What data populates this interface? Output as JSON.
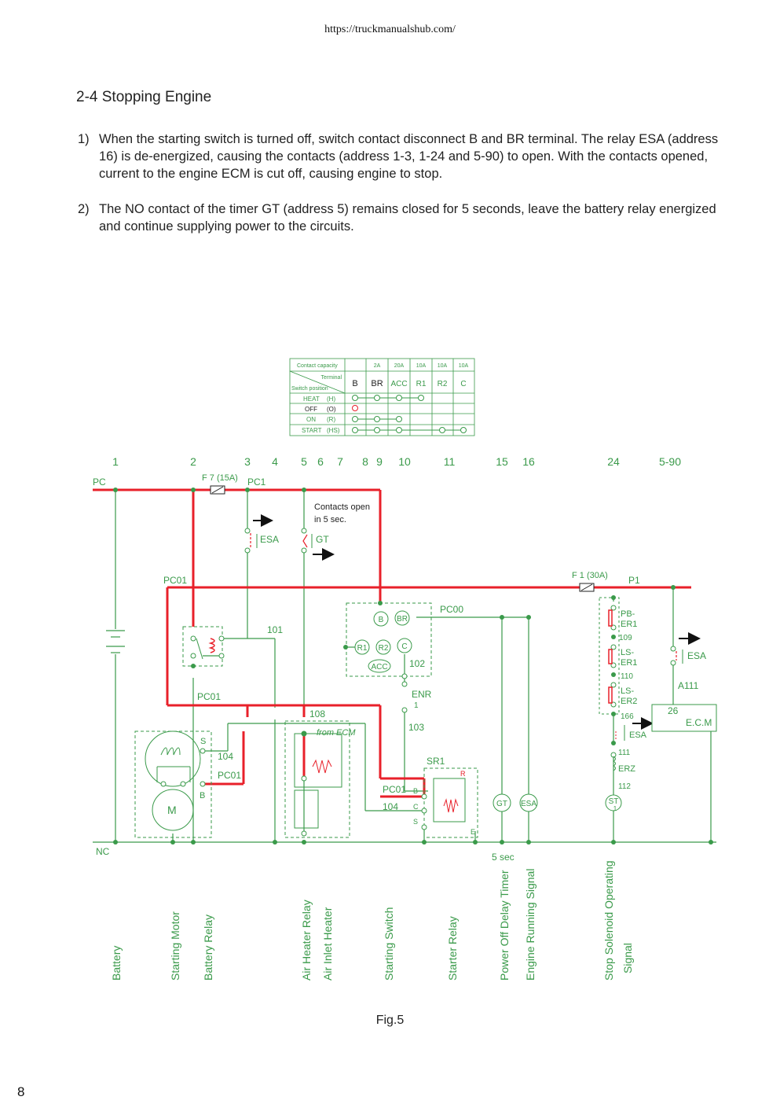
{
  "header": {
    "url": "https://truckmanualshub.com/"
  },
  "section": {
    "title": "2-4  Stopping Engine"
  },
  "paragraphs": [
    {
      "num": "1)",
      "text": "When the starting switch is turned off, switch contact disconnect B and BR terminal. The relay ESA (address 16) is de-energized, causing the contacts (address 1-3, 1-24 and 5-90) to open. With the contacts opened, current to the engine ECM is cut off, causing engine to stop."
    },
    {
      "num": "2)",
      "text": "The NO contact of the timer GT (address 5) remains closed for 5 seconds, leave the battery relay energized and continue supplying power to the circuits."
    }
  ],
  "switch_table": {
    "capacity_label": "Contact capacity",
    "terminal_label": "Terminal",
    "position_label": "Switch position",
    "capacities": [
      "2A",
      "20A",
      "10A",
      "10A",
      "10A"
    ],
    "terminals": [
      "B",
      "BR",
      "ACC",
      "R1",
      "R2",
      "C"
    ],
    "positions": [
      {
        "name": "HEAT",
        "code": "(H)"
      },
      {
        "name": "OFF",
        "code": "(O)"
      },
      {
        "name": "ON",
        "code": "(R)"
      },
      {
        "name": "START",
        "code": "(HS)"
      }
    ]
  },
  "addresses": [
    "1",
    "2",
    "3",
    "4",
    "5",
    "6",
    "7",
    "8",
    "9",
    "10",
    "11",
    "15",
    "16",
    "24",
    "5-90"
  ],
  "labels": {
    "pc": "PC",
    "f7": "F 7 (15A)",
    "pc1": "PC1",
    "contacts_open_1": "Contacts open",
    "contacts_open_2": "in 5 sec.",
    "esa": "ESA",
    "gt": "GT",
    "f1": "F 1 (30A)",
    "p1": "P1",
    "pc01": "PC01",
    "w101": "101",
    "pc00": "PC00",
    "w102": "102",
    "w103": "103",
    "w108": "108",
    "w104": "104",
    "from_ecm": "from ECM",
    "enr": "ENR",
    "enr_n": "1",
    "sr1": "SR1",
    "pb": "PB-",
    "er1": "ER1",
    "w109": "109",
    "ls": "LS-",
    "w110": "110",
    "er2": "ER2",
    "w166": "166",
    "w111": "111",
    "erz": "ERZ",
    "w112": "112",
    "a111": "A111",
    "ecm_num": "26",
    "ecm": "E.C.M",
    "nc": "NC",
    "five_sec": "5 sec",
    "m": "M",
    "s": "S",
    "b": "B",
    "c": "C",
    "r": "R",
    "e": "E",
    "st": "ST",
    "st_n": "1",
    "term_b": "B",
    "term_br": "BR",
    "term_r1": "R1",
    "term_r2": "R2",
    "term_c": "C",
    "term_acc": "ACC"
  },
  "components": [
    "Battery",
    "Starting Motor",
    "Battery Relay",
    "Air Heater Relay",
    "Air Inlet Heater",
    "Starting Switch",
    "Starter Relay",
    "Power Off Delay Timer",
    "Engine Running Signal",
    "Stop Solenoid Operating",
    "Signal"
  ],
  "figure": {
    "caption": "Fig.5"
  },
  "page": {
    "number": "8"
  },
  "colors": {
    "wire": "#3a9a4a",
    "active_wire": "#e8202a",
    "text": "#222222",
    "diagram_text": "#3a9a4a"
  }
}
